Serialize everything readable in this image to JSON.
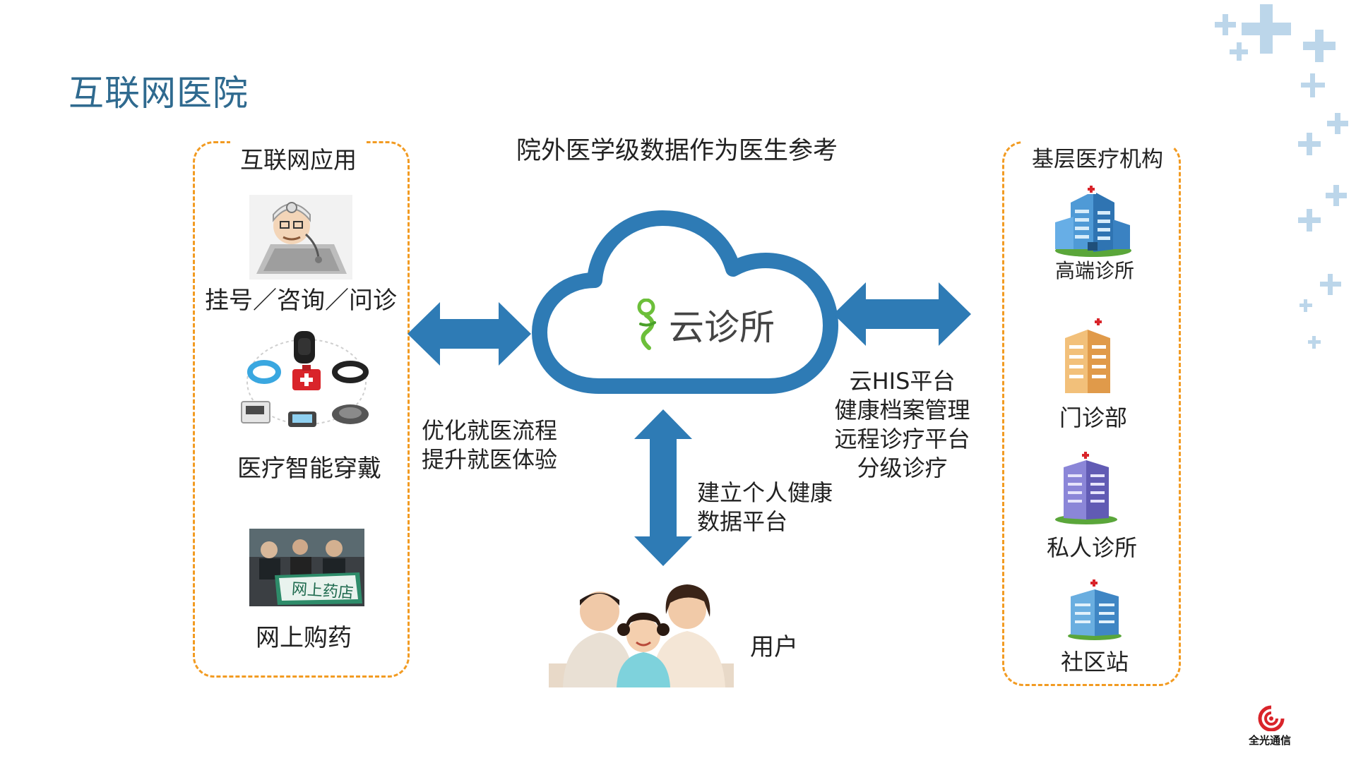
{
  "page": {
    "title": "互联网医院",
    "top_caption": "院外医学级数据作为医生参考"
  },
  "left_panel": {
    "heading": "互联网应用",
    "items": [
      {
        "label": "挂号／咨询／问诊",
        "icon": "doctor-laptop-icon"
      },
      {
        "label": "医疗智能穿戴",
        "icon": "wearable-devices-icon"
      },
      {
        "label": "网上购药",
        "icon": "online-pharmacy-icon"
      }
    ]
  },
  "center": {
    "cloud_label": "云诊所",
    "cloud_logo": "cloud-clinic-logo-icon",
    "left_link_text": [
      "优化就医流程",
      "提升就医体验"
    ],
    "right_link_text": [
      "云HIS平台",
      "健康档案管理",
      "远程诊疗平台",
      "分级诊疗"
    ],
    "down_link_text": [
      "建立个人健康",
      "数据平台"
    ],
    "user_label": "用户"
  },
  "right_panel": {
    "heading": "基层医疗机构",
    "items": [
      {
        "label": "高端诊所",
        "icon": "hospital-building-icon"
      },
      {
        "label": "门诊部",
        "icon": "clinic-building-icon"
      },
      {
        "label": "私人诊所",
        "icon": "private-clinic-building-icon"
      },
      {
        "label": "社区站",
        "icon": "community-station-building-icon"
      }
    ]
  },
  "brand": {
    "name": "全光通信"
  },
  "colors": {
    "title": "#2f6a8f",
    "arrow": "#2e7bb5",
    "cloud": "#2e7bb5",
    "dash": "#f29b22",
    "plus": "#bcd6ea",
    "brand_red": "#d9242a"
  }
}
